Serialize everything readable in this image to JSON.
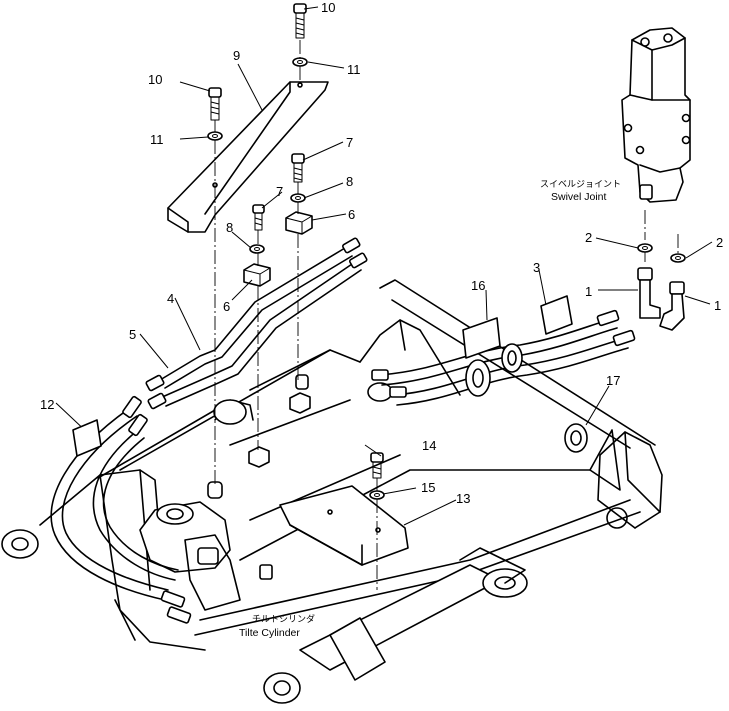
{
  "callouts": {
    "c1a": "1",
    "c1b": "1",
    "c2a": "2",
    "c2b": "2",
    "c3": "3",
    "c4": "4",
    "c5": "5",
    "c6a": "6",
    "c6b": "6",
    "c7a": "7",
    "c7b": "7",
    "c8a": "8",
    "c8b": "8",
    "c9": "9",
    "c10a": "10",
    "c10b": "10",
    "c11a": "11",
    "c11b": "11",
    "c12": "12",
    "c13": "13",
    "c14": "14",
    "c15": "15",
    "c16": "16",
    "c17": "17"
  },
  "captions": {
    "swivel_jp": "スイベルジョイント",
    "swivel_en": "Swivel Joint",
    "tilt_jp": "チルトシリンダ",
    "tilt_en": "Tilte Cylinder"
  }
}
